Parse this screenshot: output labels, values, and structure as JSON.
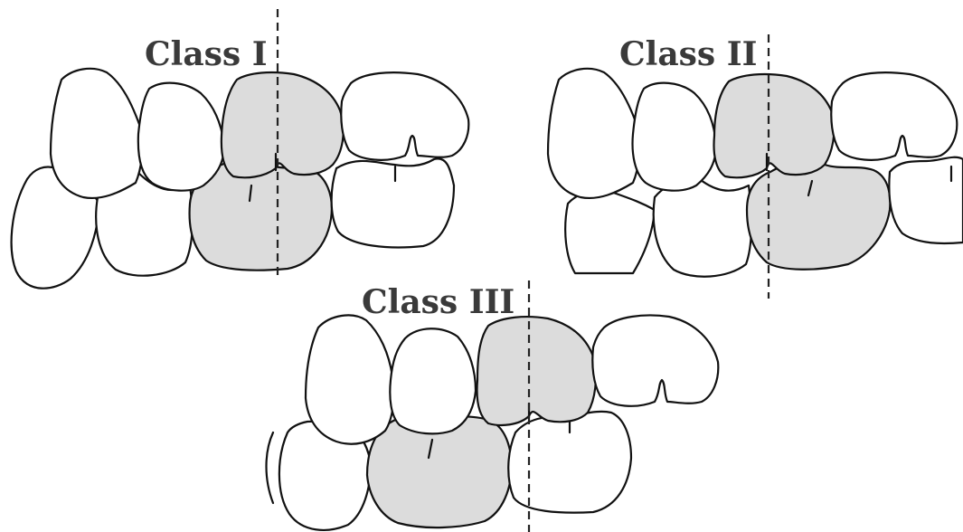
{
  "diagram": {
    "colors": {
      "background": "#ffffff",
      "outline": "#111111",
      "highlight_fill": "#dcdcdc",
      "plain_fill": "#ffffff"
    },
    "panels": [
      {
        "id": "class-1",
        "label": "Class I"
      },
      {
        "id": "class-2",
        "label": "Class II"
      },
      {
        "id": "class-3",
        "label": "Class III"
      }
    ]
  }
}
